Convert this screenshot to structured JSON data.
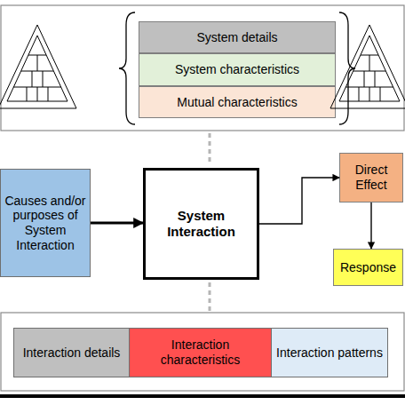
{
  "diagram": {
    "nodes": [
      {
        "text": [
          "System details"
        ]
      },
      {
        "text": [
          "System characteristics"
        ]
      },
      {
        "text": [
          "Mutual characteristics"
        ]
      },
      {
        "text": [
          "Causes and/or purposes of System Interaction"
        ]
      },
      {
        "text": [
          "System Interaction"
        ]
      },
      {
        "text": [
          "Direct Effect"
        ]
      },
      {
        "text": [
          "Response"
        ]
      },
      {
        "text": [
          "Interaction details"
        ]
      },
      {
        "text": [
          "Interaction characteristics"
        ]
      },
      {
        "text": [
          "Interaction patterns"
        ]
      }
    ],
    "edges": [
      {
        "from": 3,
        "to": 4,
        "arrow": "to"
      },
      {
        "from": 4,
        "to": 5,
        "arrow": "to"
      },
      {
        "from": 5,
        "to": 6,
        "arrow": "to"
      }
    ]
  }
}
